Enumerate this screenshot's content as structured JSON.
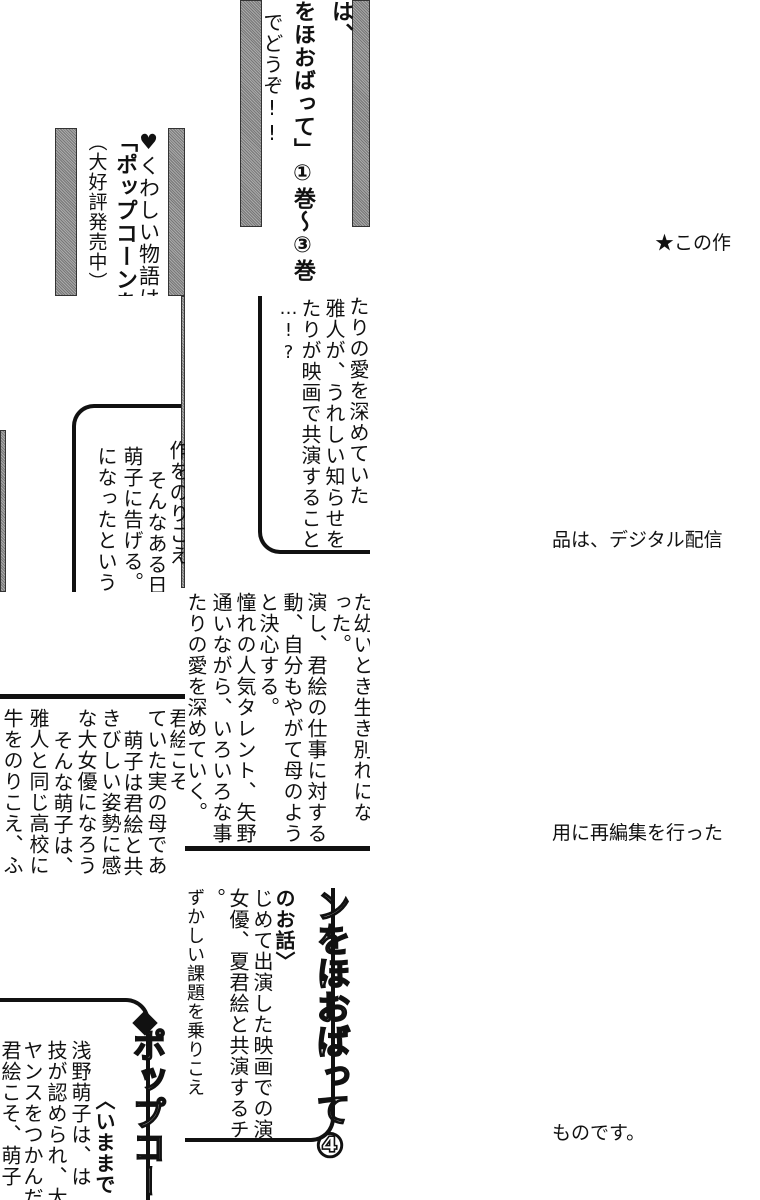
{
  "fragments": [
    "♥くわしい物語は",
    "「ポップコーンを",
    "（大好評発売中）",
    "は、",
    "をほおばって」①巻～③巻",
    "でどうぞ!!",
    "作をのりこえ",
    "そんなある日、",
    "萌子に告げる。ふ",
    "になったという…",
    "たりの愛を深めていた",
    "雅人が、うれしい知らせを",
    "たりが映画で共演すること",
    "…!?",
    "君絵こそ",
    "ていた実の母であ",
    "萌子は君絵と共",
    "きびしい姿勢に感",
    "な大女優になろう",
    "そんな萌子は、",
    "雅人と同じ高校に",
    "牛をのりこえ、ふ",
    "た幼いとき生き別れにな",
    "った。",
    "演し、君絵の仕事に対する",
    "動、自分もやがて母のよう",
    "と決心する。",
    "憧れの人気タレント、矢野",
    "通いながら、いろいろな事",
    "たりの愛を深めていく。",
    "ポップコー",
    "〈いままで",
    "浅野萌子は、は",
    "技が認められ、大",
    "ヤンスをつかんだ",
    "君絵こそ、萌子",
    "ンをほおばって④",
    "のお話〉",
    "じめて出演した映画での演",
    "女優、夏君絵と共演するチ",
    "。",
    "ずかしい課題を乗りこえ"
  ],
  "notice": {
    "line1": "★この作",
    "line2": "品は、デジタル配信",
    "line3": "用に再編集を行った",
    "line4": "ものです。"
  }
}
